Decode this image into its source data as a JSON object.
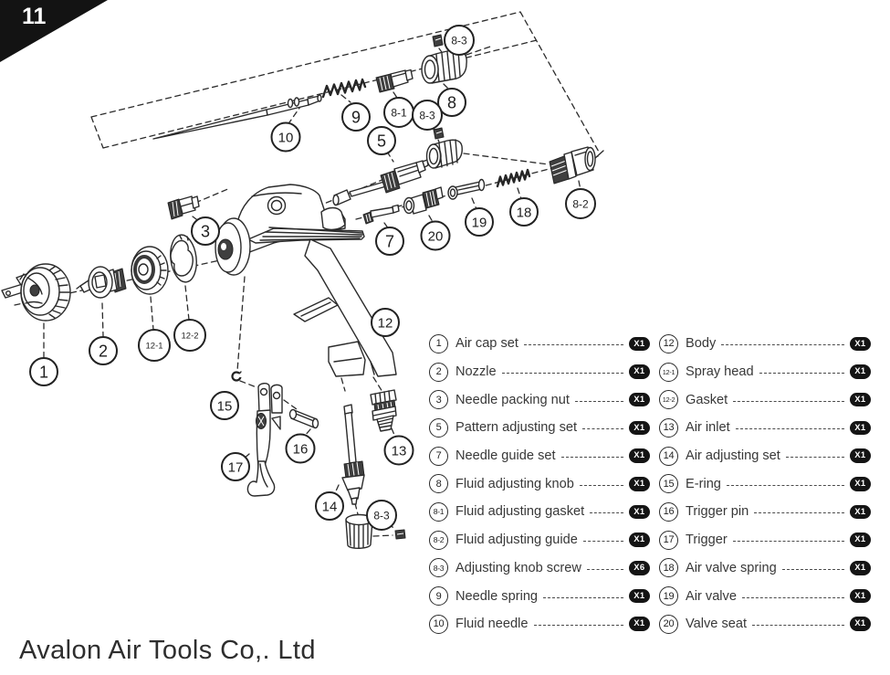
{
  "page": {
    "number": "11",
    "company_name": "Avalon Air Tools Co,. Ltd"
  },
  "diagram": {
    "callouts": [
      {
        "label": "8-3"
      },
      {
        "label": "8"
      },
      {
        "label": "8-1"
      },
      {
        "label": "8-3"
      },
      {
        "label": "9"
      },
      {
        "label": "10"
      },
      {
        "label": "5"
      },
      {
        "label": "8-2"
      },
      {
        "label": "18"
      },
      {
        "label": "19"
      },
      {
        "label": "3"
      },
      {
        "label": "7"
      },
      {
        "label": "20"
      },
      {
        "label": "12"
      },
      {
        "label": "1"
      },
      {
        "label": "2"
      },
      {
        "label": "12-1"
      },
      {
        "label": "12-2"
      },
      {
        "label": "15"
      },
      {
        "label": "16"
      },
      {
        "label": "17"
      },
      {
        "label": "13"
      },
      {
        "label": "14"
      },
      {
        "label": "8-3"
      }
    ]
  },
  "parts": {
    "left": [
      {
        "num": "1",
        "name": "Air cap set",
        "qty": "X1"
      },
      {
        "num": "2",
        "name": "Nozzle",
        "qty": "X1"
      },
      {
        "num": "3",
        "name": "Needle packing nut",
        "qty": "X1"
      },
      {
        "num": "5",
        "name": "Pattern adjusting set",
        "qty": "X1"
      },
      {
        "num": "7",
        "name": "Needle guide set",
        "qty": "X1"
      },
      {
        "num": "8",
        "name": "Fluid adjusting knob",
        "qty": "X1"
      },
      {
        "num": "8-1",
        "name": "Fluid adjusting gasket",
        "qty": "X1"
      },
      {
        "num": "8-2",
        "name": "Fluid adjusting guide",
        "qty": "X1"
      },
      {
        "num": "8-3",
        "name": "Adjusting knob screw",
        "qty": "X6"
      },
      {
        "num": "9",
        "name": "Needle spring",
        "qty": "X1"
      },
      {
        "num": "10",
        "name": "Fluid needle",
        "qty": "X1"
      }
    ],
    "right": [
      {
        "num": "12",
        "name": "Body",
        "qty": "X1"
      },
      {
        "num": "12-1",
        "name": "Spray head",
        "qty": "X1"
      },
      {
        "num": "12-2",
        "name": "Gasket",
        "qty": "X1"
      },
      {
        "num": "13",
        "name": "Air inlet",
        "qty": "X1"
      },
      {
        "num": "14",
        "name": "Air adjusting set",
        "qty": "X1"
      },
      {
        "num": "15",
        "name": "E-ring",
        "qty": "X1"
      },
      {
        "num": "16",
        "name": "Trigger pin",
        "qty": "X1"
      },
      {
        "num": "17",
        "name": "Trigger",
        "qty": "X1"
      },
      {
        "num": "18",
        "name": "Air valve spring",
        "qty": "X1"
      },
      {
        "num": "19",
        "name": "Air valve",
        "qty": "X1"
      },
      {
        "num": "20",
        "name": "Valve seat",
        "qty": "X1"
      }
    ]
  }
}
